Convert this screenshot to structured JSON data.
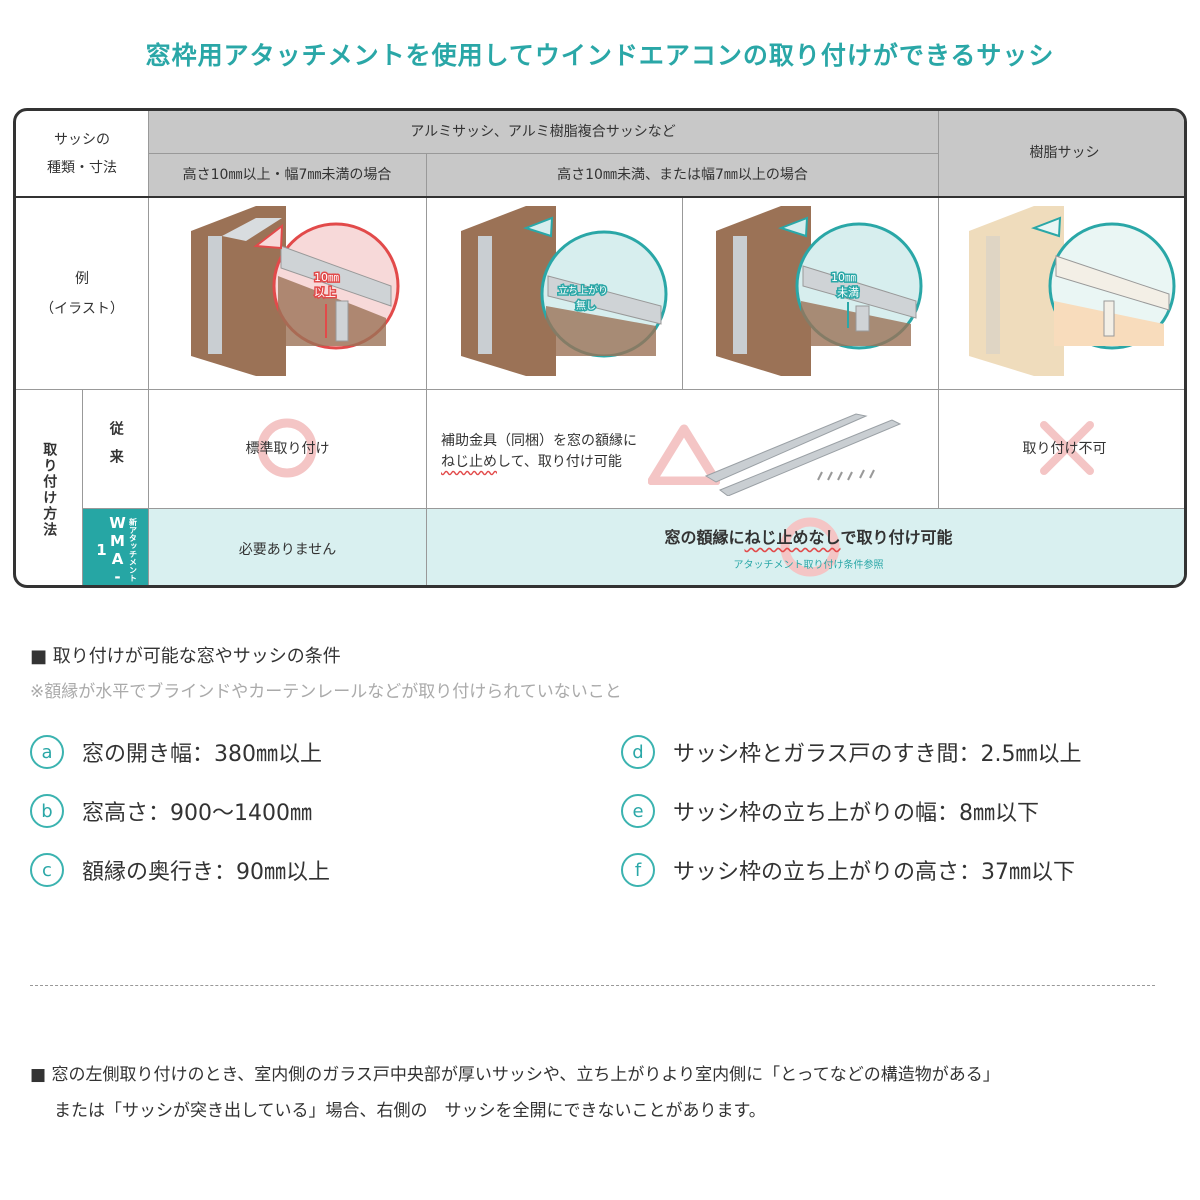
{
  "title": "窓枠用アタッチメントを使用してウインドエアコンの取り付けができるサッシ",
  "table": {
    "corner_label_line1": "サッシの",
    "corner_label_line2": "種類・寸法",
    "alum_header": "アルミサッシ、アルミ樹脂複合サッシなど",
    "sub_header_1": "高さ10㎜以上・幅7㎜未満の場合",
    "sub_header_2": "高さ10㎜未満、または幅7㎜以上の場合",
    "resin_header": "樹脂サッシ",
    "example_label_line1": "例",
    "example_label_line2": "（イラスト）",
    "illus_label_1a": "10㎜",
    "illus_label_1b": "以上",
    "illus_label_2a": "立ち上がり",
    "illus_label_2b": "無し",
    "illus_label_3a": "10㎜",
    "illus_label_3b": "未満",
    "method_label": "取り付け方法",
    "conv_label": "従来",
    "new_label_main": "WMA-1",
    "new_label_sub": "新アタッチメント",
    "conv_col1": "標準取り付け",
    "conv_col2_line1": "補助金具（同梱）を窓の額縁に",
    "conv_col2_line2_pre": "ねじ止め",
    "conv_col2_line2_post": "して、取り付け可能",
    "conv_col4": "取り付け不可",
    "new_col1": "必要ありません",
    "new_col2_pre": "窓の額縁に",
    "new_col2_emph": "ねじ止めなし",
    "new_col2_post": "で取り付け可能",
    "new_col2_sub": "アタッチメント取り付け条件参照"
  },
  "conditions": {
    "heading": "■ 取り付けが可能な窓やサッシの条件",
    "note": "※額縁が水平でブラインドやカーテンレールなどが取り付けられていないこと",
    "items": [
      {
        "key": "a",
        "text": "窓の開き幅：380㎜以上"
      },
      {
        "key": "b",
        "text": "窓高さ：900〜1400㎜"
      },
      {
        "key": "c",
        "text": "額縁の奥行き：90㎜以上"
      },
      {
        "key": "d",
        "text": "サッシ枠とガラス戸のすき間：2.5㎜以上"
      },
      {
        "key": "e",
        "text": "サッシ枠の立ち上がりの幅：8㎜以下"
      },
      {
        "key": "f",
        "text": "サッシ枠の立ち上がりの高さ：37㎜以下"
      }
    ]
  },
  "footer_note_line1": "■ 窓の左側取り付けのとき、室内側のガラス戸中央部が厚いサッシや、立ち上がりより室内側に「とってなどの構造物がある」",
  "footer_note_line2": "または「サッシが突き出している」場合、右側の　サッシを全開にできないことがあります。",
  "colors": {
    "teal": "#2aa7a7",
    "red": "#e24a4a",
    "teal_bg": "#d9f0f0",
    "gray_header": "#c8c8c8"
  }
}
